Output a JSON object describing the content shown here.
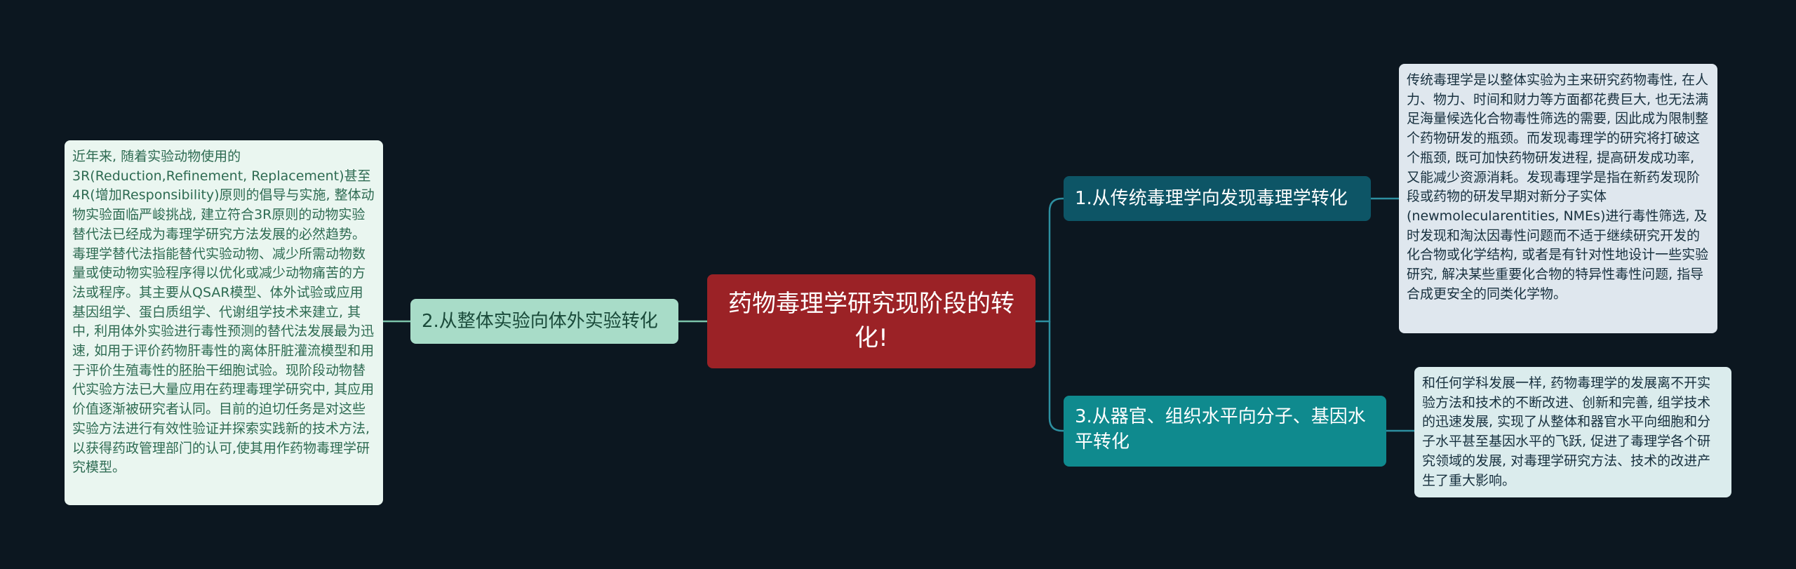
{
  "diagram": {
    "root": {
      "label": "药物毒理学研究现阶段的转化!"
    },
    "branches": [
      {
        "label": "1.从传统毒理学向发现毒理学转化",
        "detail": "传统毒理学是以整体实验为主来研究药物毒性, 在人力、物力、时间和财力等方面都花费巨大, 也无法满足海量候选化合物毒性筛选的需要, 因此成为限制整个药物研发的瓶颈。而发现毒理学的研究将打破这个瓶颈, 既可加快药物研发进程, 提高研发成功率, 又能减少资源消耗。发现毒理学是指在新药发现阶段或药物的研发早期对新分子实体(newmolecularentities, NMEs)进行毒性筛选, 及时发现和淘汰因毒性问题而不适于继续研究开发的化合物或化学结构, 或者是有针对性地设计一些实验研究, 解决某些重要化合物的特异性毒性问题, 指导合成更安全的同类化学物。"
      },
      {
        "label": "2.从整体实验向体外实验转化",
        "detail": "近年来, 随着实验动物使用的3R(Reduction,Refinement, Replacement)甚至4R(增加Responsibility)原则的倡导与实施, 整体动物实验面临严峻挑战, 建立符合3R原则的动物实验替代法已经成为毒理学研究方法发展的必然趋势。毒理学替代法指能替代实验动物、减少所需动物数量或使动物实验程序得以优化或减少动物痛苦的方法或程序。其主要从QSAR模型、体外试验或应用基因组学、蛋白质组学、代谢组学技术来建立, 其中, 利用体外实验进行毒性预测的替代法发展最为迅速, 如用于评价药物肝毒性的离体肝脏灌流模型和用于评价生殖毒性的胚胎干细胞试验。现阶段动物替代实验方法已大量应用在药理毒理学研究中, 其应用价值逐渐被研究者认同。目前的迫切任务是对这些实验方法进行有效性验证并探索实践新的技术方法, 以获得药政管理部门的认可,使其用作药物毒理学研究模型。"
      },
      {
        "label": "3.从器官、组织水平向分子、基因水平转化",
        "detail": "和任何学科发展一样, 药物毒理学的发展离不开实验方法和技术的不断改进、创新和完善, 组学技术的迅速发展, 实现了从整体和器官水平向细胞和分子水平甚至基因水平的飞跃, 促进了毒理学各个研究领域的发展, 对毒理学研究方法、技术的改进产生了重大影响。"
      }
    ]
  }
}
